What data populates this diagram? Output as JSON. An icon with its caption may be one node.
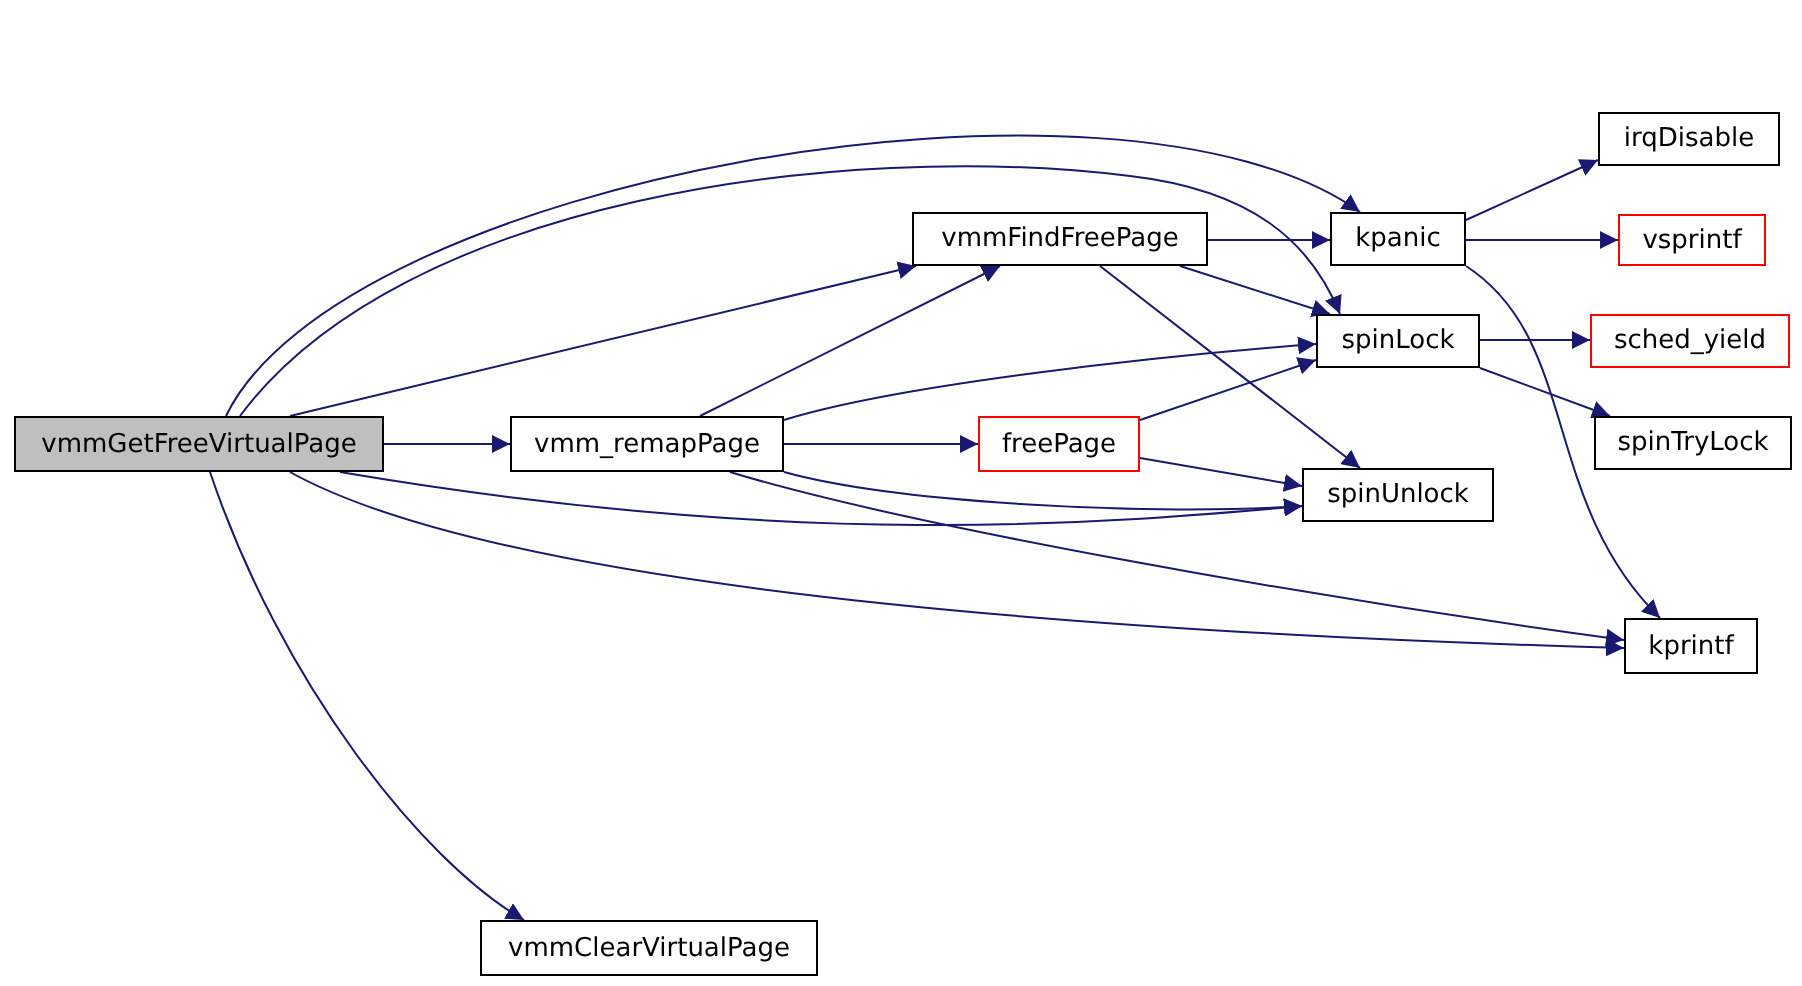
{
  "diagram": {
    "nodes": [
      {
        "text": [
          "vmmGetFreeVirtualPage"
        ]
      },
      {
        "text": [
          "vmm_remapPage"
        ]
      },
      {
        "text": [
          "vmmFindFreePage"
        ]
      },
      {
        "text": [
          "kpanic"
        ]
      },
      {
        "text": [
          "freePage"
        ]
      },
      {
        "text": [
          "spinLock"
        ]
      },
      {
        "text": [
          "spinUnlock"
        ]
      },
      {
        "text": [
          "irqDisable"
        ]
      },
      {
        "text": [
          "vsprintf"
        ]
      },
      {
        "text": [
          "sched_yield"
        ]
      },
      {
        "text": [
          "spinTryLock"
        ]
      },
      {
        "text": [
          "kprintf"
        ]
      },
      {
        "text": [
          "vmmClearVirtualPage"
        ]
      }
    ],
    "edges": [
      {
        "from": 0,
        "to": 1,
        "arrow": "to"
      },
      {
        "from": 0,
        "to": 2,
        "arrow": "to"
      },
      {
        "from": 0,
        "to": 3,
        "arrow": "to"
      },
      {
        "from": 0,
        "to": 5,
        "arrow": "to"
      },
      {
        "from": 0,
        "to": 6,
        "arrow": "to"
      },
      {
        "from": 0,
        "to": 11,
        "arrow": "to"
      },
      {
        "from": 0,
        "to": 12,
        "arrow": "to"
      },
      {
        "from": 1,
        "to": 2,
        "arrow": "to"
      },
      {
        "from": 1,
        "to": 4,
        "arrow": "to"
      },
      {
        "from": 1,
        "to": 5,
        "arrow": "to"
      },
      {
        "from": 1,
        "to": 6,
        "arrow": "to"
      },
      {
        "from": 1,
        "to": 11,
        "arrow": "to"
      },
      {
        "from": 2,
        "to": 3,
        "arrow": "to"
      },
      {
        "from": 2,
        "to": 5,
        "arrow": "to"
      },
      {
        "from": 2,
        "to": 6,
        "arrow": "to"
      },
      {
        "from": 4,
        "to": 5,
        "arrow": "to"
      },
      {
        "from": 4,
        "to": 6,
        "arrow": "to"
      },
      {
        "from": 3,
        "to": 7,
        "arrow": "to"
      },
      {
        "from": 3,
        "to": 8,
        "arrow": "to"
      },
      {
        "from": 3,
        "to": 11,
        "arrow": "to"
      },
      {
        "from": 5,
        "to": 9,
        "arrow": "to"
      },
      {
        "from": 5,
        "to": 10,
        "arrow": "to"
      }
    ]
  }
}
